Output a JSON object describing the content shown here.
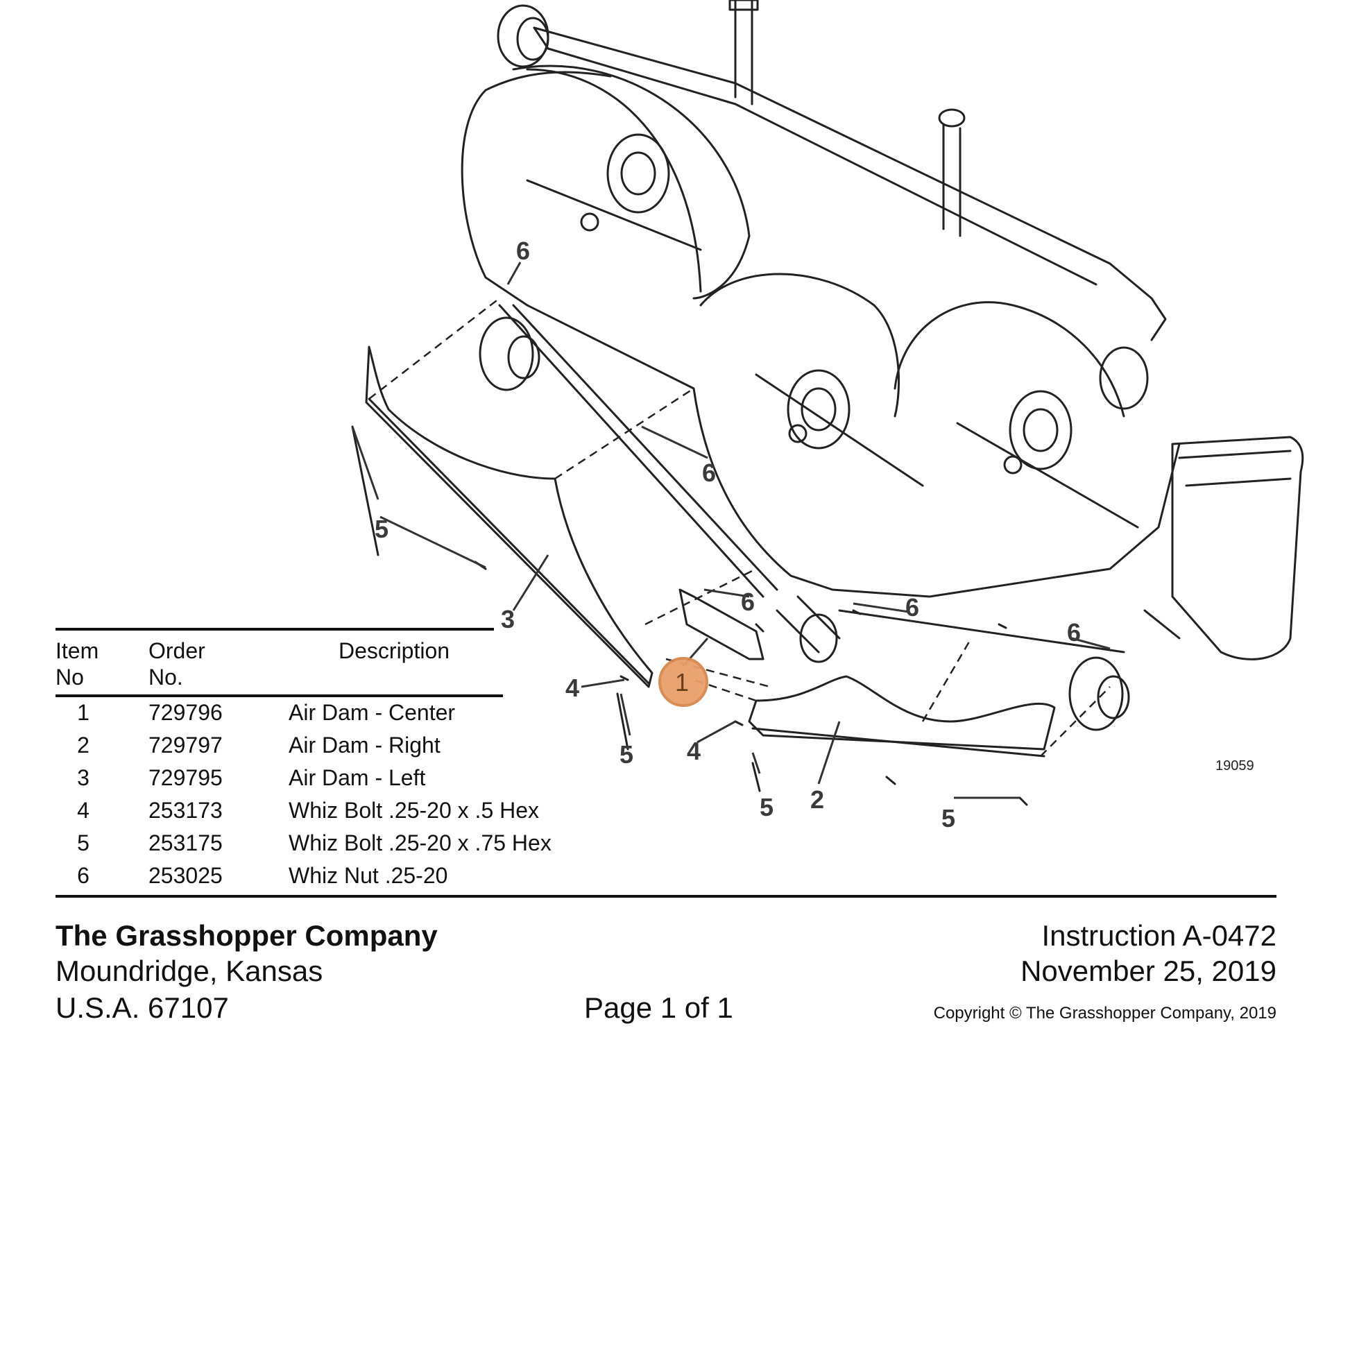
{
  "diagram": {
    "figure_number": "19059",
    "callouts": [
      {
        "id": "c6a",
        "label": "6"
      },
      {
        "id": "c6b",
        "label": "6"
      },
      {
        "id": "c6c",
        "label": "6"
      },
      {
        "id": "c6d",
        "label": "6"
      },
      {
        "id": "c6e",
        "label": "6"
      },
      {
        "id": "c5a",
        "label": "5"
      },
      {
        "id": "c5b",
        "label": "5"
      },
      {
        "id": "c5c",
        "label": "5"
      },
      {
        "id": "c5d",
        "label": "5"
      },
      {
        "id": "c4a",
        "label": "4"
      },
      {
        "id": "c4b",
        "label": "4"
      },
      {
        "id": "c3",
        "label": "3"
      },
      {
        "id": "c2",
        "label": "2"
      },
      {
        "id": "c1",
        "label": "1"
      }
    ],
    "highlight_color": "#e8a06a"
  },
  "parts_table": {
    "headers": {
      "item_line1": "Item",
      "item_line2": "No",
      "order_line1": "Order",
      "order_line2": "No.",
      "description": "Description"
    },
    "rows": [
      {
        "item": "1",
        "order_no": "729796",
        "description": "Air Dam - Center"
      },
      {
        "item": "2",
        "order_no": "729797",
        "description": "Air Dam - Right"
      },
      {
        "item": "3",
        "order_no": "729795",
        "description": "Air Dam - Left"
      },
      {
        "item": "4",
        "order_no": "253173",
        "description": "Whiz Bolt .25-20 x .5 Hex"
      },
      {
        "item": "5",
        "order_no": "253175",
        "description": "Whiz Bolt .25-20 x .75 Hex"
      },
      {
        "item": "6",
        "order_no": "253025",
        "description": "Whiz Nut .25-20"
      }
    ]
  },
  "footer": {
    "company_name": "The Grasshopper Company",
    "city": "Moundridge, Kansas",
    "zip": "U.S.A. 67107",
    "page": "Page 1 of 1",
    "instruction": "Instruction A-0472",
    "date": "November 25, 2019",
    "copyright": "Copyright © The Grasshopper Company, 2019"
  }
}
